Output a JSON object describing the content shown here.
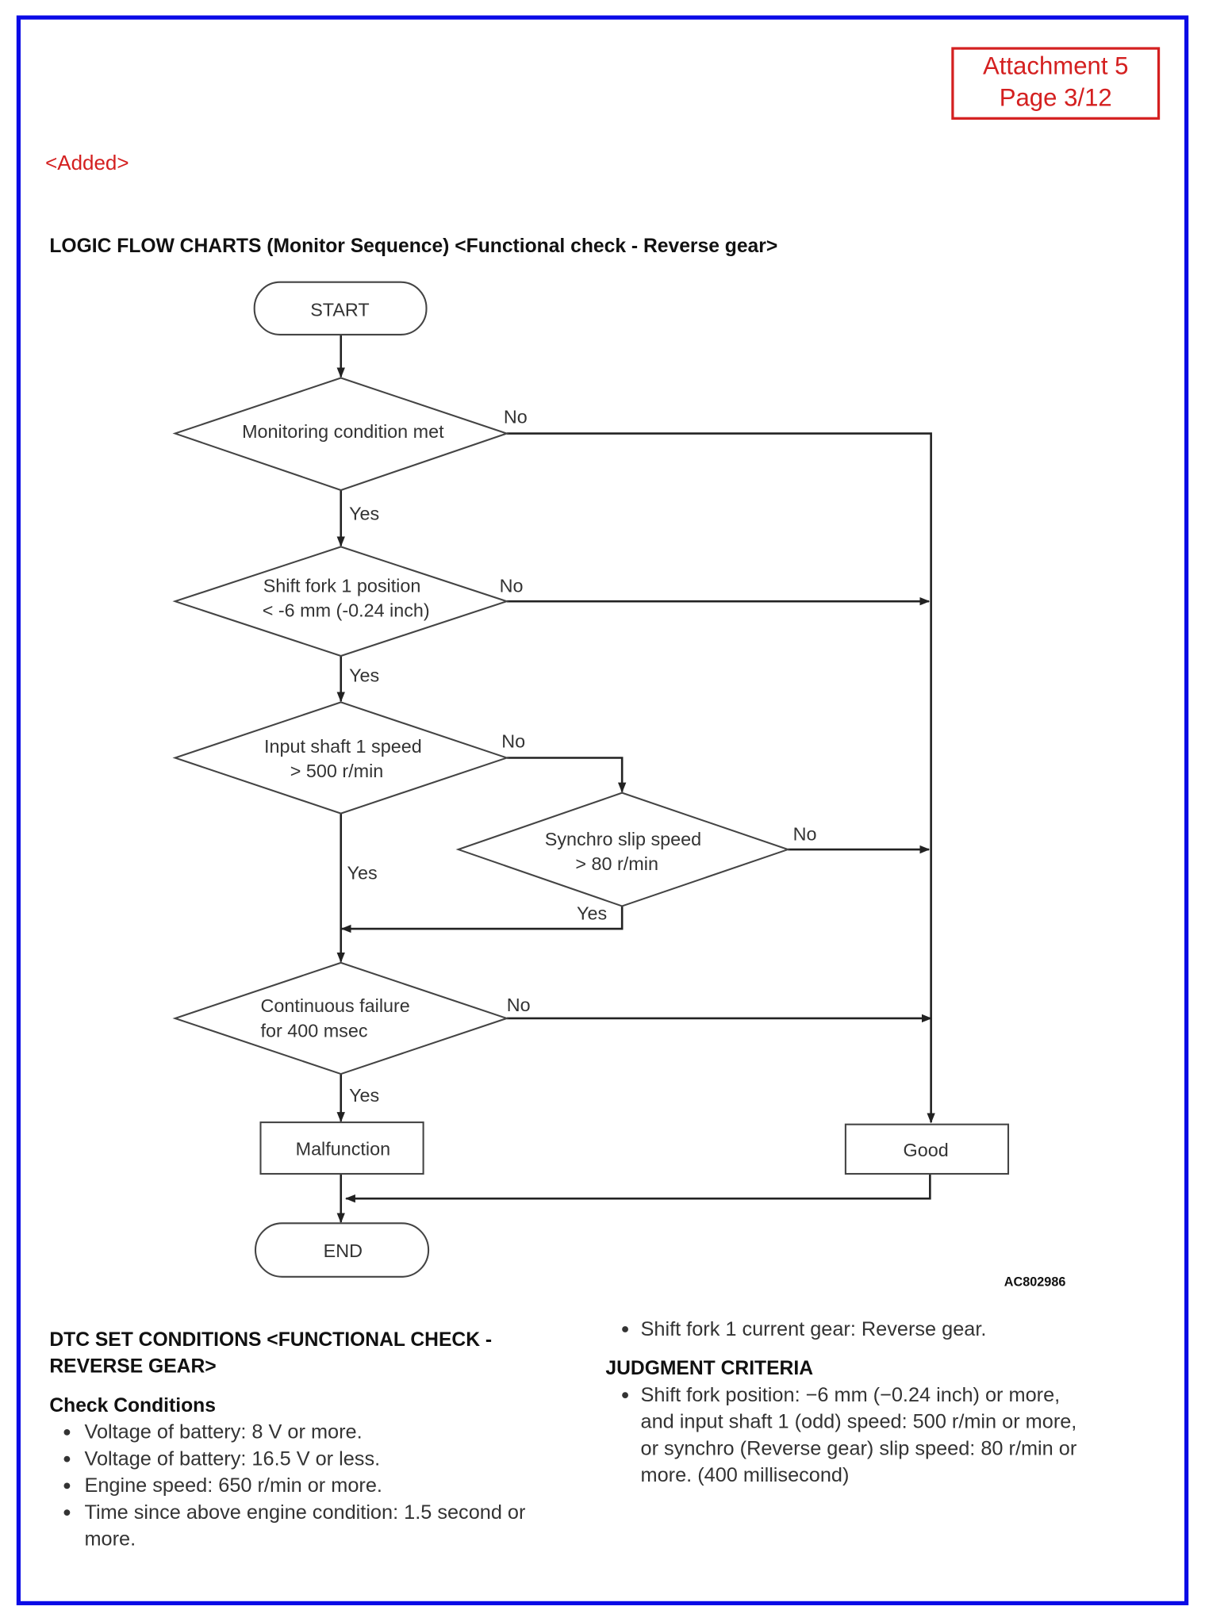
{
  "stamp": {
    "line1": "Attachment 5",
    "line2": "Page 3/12",
    "color": "#d42020"
  },
  "added_tag": "<Added>",
  "title": "LOGIC FLOW CHARTS (Monitor Sequence) <Functional check - Reverse gear>",
  "flowchart": {
    "start": "START",
    "end": "END",
    "decisions": [
      {
        "lines": [
          "Monitoring condition met"
        ],
        "yes": "Yes",
        "no": "No"
      },
      {
        "lines": [
          "Shift fork 1 position",
          "< -6 mm (-0.24 inch)"
        ],
        "yes": "Yes",
        "no": "No"
      },
      {
        "lines": [
          "Input shaft 1 speed",
          "> 500 r/min"
        ],
        "yes": "Yes",
        "no": "No"
      },
      {
        "lines": [
          "Synchro slip speed",
          "> 80 r/min"
        ],
        "yes": "Yes",
        "no": "No"
      },
      {
        "lines": [
          "Continuous failure",
          "for 400 msec"
        ],
        "yes": "Yes",
        "no": "No"
      }
    ],
    "malfunction": "Malfunction",
    "good": "Good",
    "figure_id": "AC802986"
  },
  "dtc": {
    "heading_line1": "DTC SET CONDITIONS <FUNCTIONAL CHECK -",
    "heading_line2": "REVERSE GEAR>",
    "subheading": "Check Conditions",
    "items": [
      "Voltage of battery: 8 V or more.",
      "Voltage of battery: 16.5 V or less.",
      "Engine speed: 650 r/min or more.",
      "Time since above engine condition: 1.5 second or",
      "more."
    ],
    "continued_item": "Shift fork 1 current gear: Reverse gear."
  },
  "judgment": {
    "heading": "JUDGMENT CRITERIA",
    "lines": [
      "Shift fork position: −6 mm (−0.24 inch) or more,",
      "and input shaft 1 (odd) speed: 500 r/min or more,",
      "or synchro (Reverse gear) slip speed: 80 r/min or",
      "more. (400 millisecond)"
    ]
  },
  "border_color": "#0a0ae6"
}
